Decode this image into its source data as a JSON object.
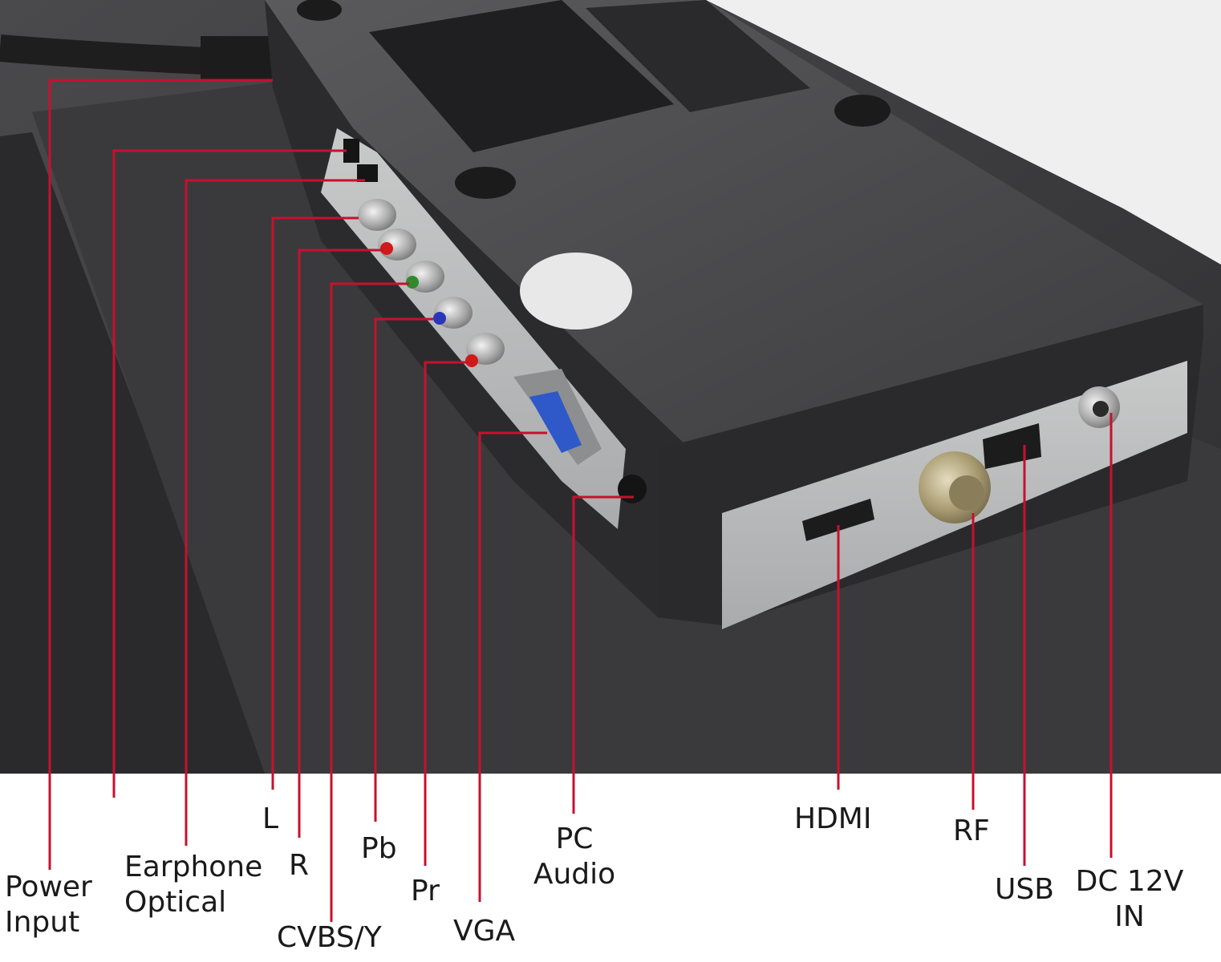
{
  "colors": {
    "leader": "#c8102e",
    "tv_body": "#3b3b3d",
    "panel": "#b9bbbc",
    "rca_red": "#d01a1a",
    "rca_green": "#2f8a2f",
    "rca_blue": "#2a36b8",
    "vga_blue": "#2f58c9"
  },
  "labels": {
    "power_input": [
      "Power",
      "Input"
    ],
    "earphone_optical": [
      "Earphone",
      "Optical"
    ],
    "l": "L",
    "r": "R",
    "cvbs_y": "CVBS/Y",
    "pb": "Pb",
    "pr": "Pr",
    "vga": "VGA",
    "pc_audio": [
      "PC",
      "Audio"
    ],
    "hdmi": "HDMI",
    "rf": "RF",
    "usb": "USB",
    "dc_12v_in": [
      "DC 12V",
      "IN"
    ]
  }
}
